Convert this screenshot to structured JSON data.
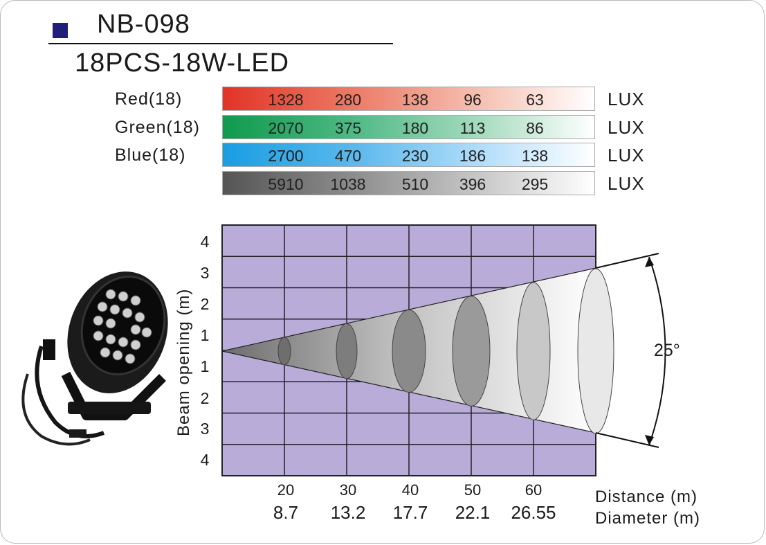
{
  "header": {
    "model": "NB-098",
    "subtitle": "18PCS-18W-LED"
  },
  "lux_table": {
    "unit": "LUX",
    "rows": [
      {
        "label": "Red(18)",
        "values": [
          "1328",
          "280",
          "138",
          "96",
          "63"
        ],
        "color": "#e02a20"
      },
      {
        "label": "Green(18)",
        "values": [
          "2070",
          "375",
          "180",
          "113",
          "86"
        ],
        "color": "#0e9a4c"
      },
      {
        "label": "Blue(18)",
        "values": [
          "2700",
          "470",
          "230",
          "186",
          "138"
        ],
        "color": "#1b9de0"
      },
      {
        "label": "",
        "values": [
          "5910",
          "1038",
          "510",
          "396",
          "295"
        ],
        "color": "#5a5a5a"
      }
    ]
  },
  "chart_data": {
    "type": "beam-diagram",
    "ylabel": "Beam opening (m)",
    "y_ticks_upper": [
      "4",
      "3",
      "2",
      "1"
    ],
    "y_ticks_lower": [
      "1",
      "2",
      "3",
      "4"
    ],
    "distance_label": "Distance (m)",
    "diameter_label": "Diameter (m)",
    "distances": [
      "20",
      "30",
      "40",
      "50",
      "60"
    ],
    "diameters": [
      "8.7",
      "13.2",
      "17.7",
      "22.1",
      "26.55"
    ],
    "beam_angle": "25°",
    "grid": true,
    "grid_color": "#b9acd8"
  }
}
